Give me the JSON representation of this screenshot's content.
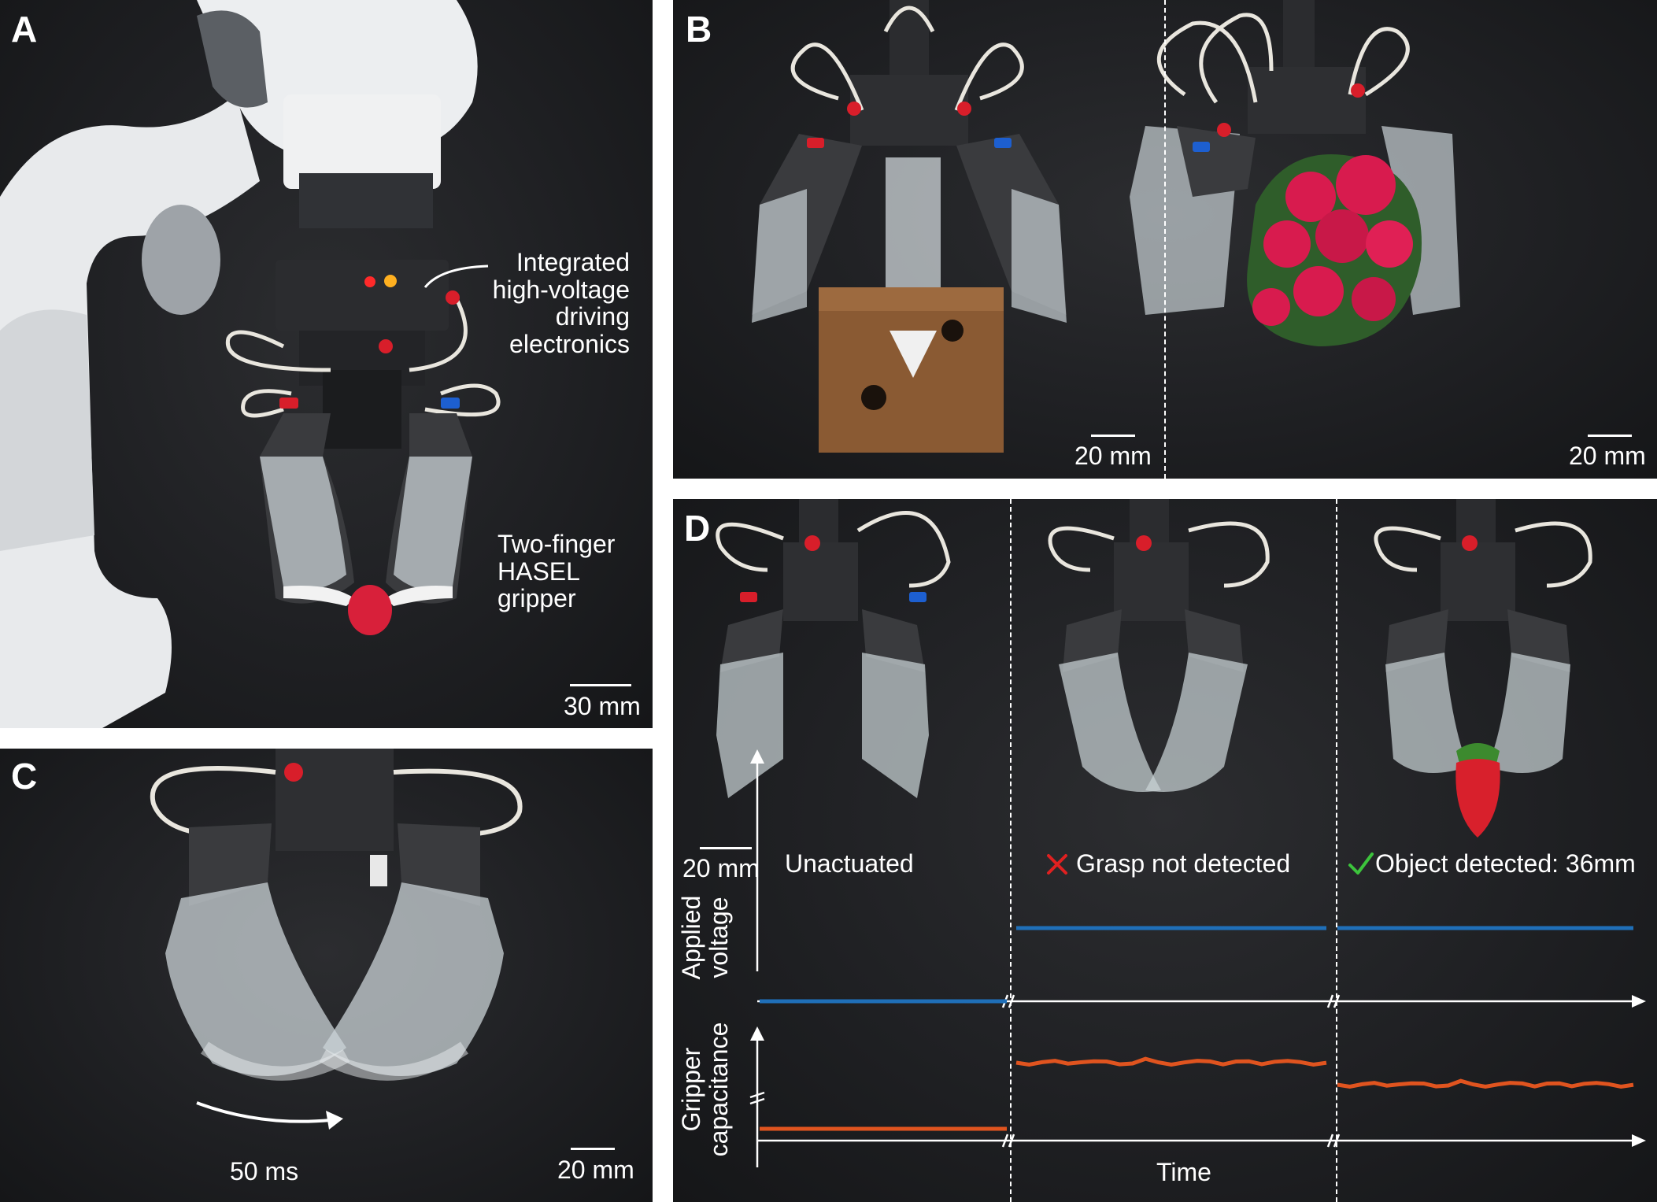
{
  "panels": {
    "a": {
      "label": "A",
      "annotation_electronics": [
        "Integrated",
        "high-voltage",
        "driving",
        "electronics"
      ],
      "annotation_gripper": [
        "Two-finger",
        "HASEL",
        "gripper"
      ],
      "scale": "30 mm"
    },
    "b": {
      "label": "B",
      "scale_left": "20 mm",
      "scale_right": "20 mm"
    },
    "c": {
      "label": "C",
      "motion_time": "50 ms",
      "scale": "20 mm"
    },
    "d": {
      "label": "D",
      "scale": "20 mm",
      "states": [
        {
          "text": "Unactuated",
          "mark": ""
        },
        {
          "text": "Grasp not detected",
          "mark": "cross"
        },
        {
          "text": "Object detected: 36mm",
          "mark": "check"
        }
      ],
      "axis_voltage": [
        "Applied",
        "voltage"
      ],
      "axis_capacitance": [
        "Gripper",
        "capacitance"
      ],
      "axis_time": "Time"
    }
  },
  "colors": {
    "voltage_line": "#1f6fb8",
    "capacitance_line": "#e0541f",
    "cross_mark": "#e02020",
    "check_mark": "#3cc43c",
    "connector_red": "#d81e2a",
    "connector_blue": "#1d5fd0"
  },
  "icons": [
    "cross-icon",
    "check-icon",
    "motion-arrow-icon"
  ]
}
